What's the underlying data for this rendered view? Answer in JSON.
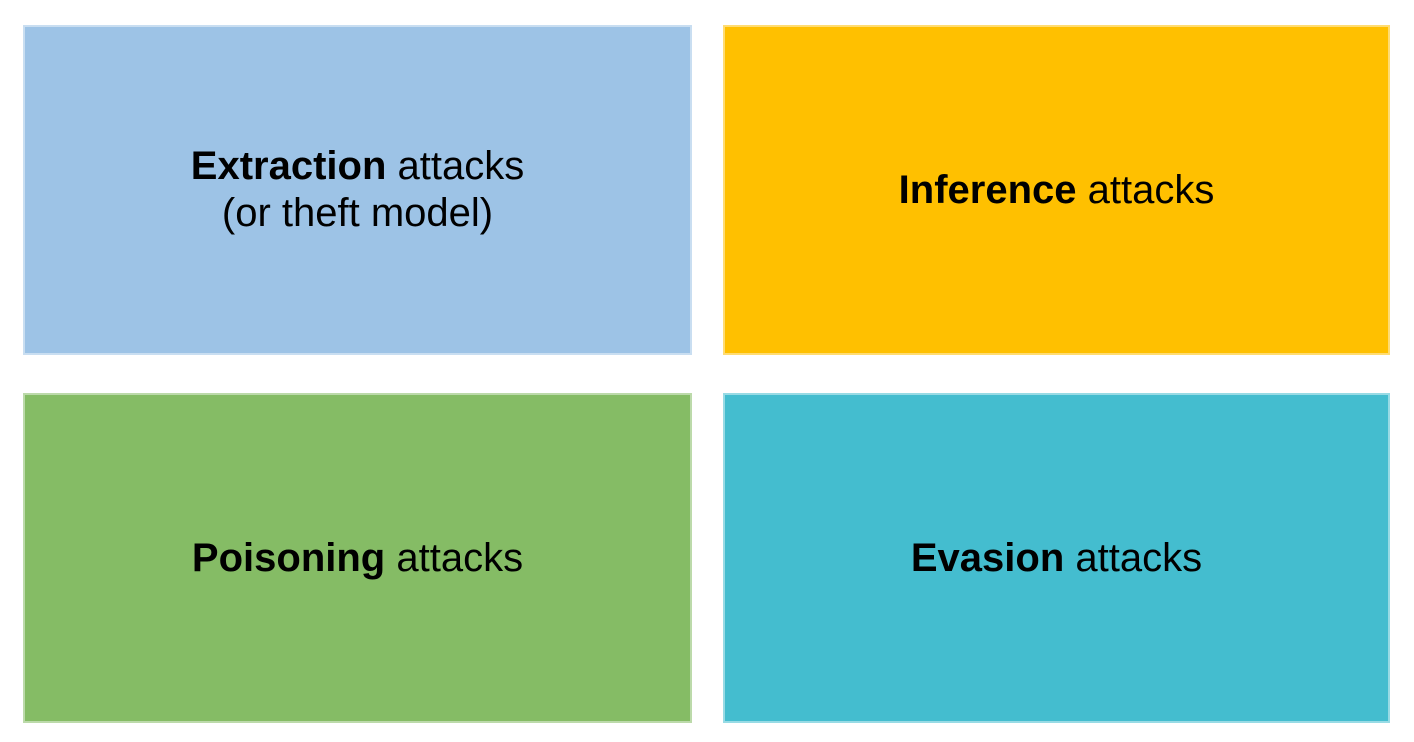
{
  "diagram": {
    "name": "attack-types-quadrants",
    "text_color": "#000000",
    "background": "#ffffff",
    "boxes": [
      {
        "id": "extraction",
        "bold": "Extraction",
        "rest": " attacks",
        "line2": "(or theft model)",
        "color": "#9DC3E6"
      },
      {
        "id": "inference",
        "bold": "Inference",
        "rest": " attacks",
        "line2": "",
        "color": "#FFC000"
      },
      {
        "id": "poisoning",
        "bold": "Poisoning",
        "rest": " attacks",
        "line2": "",
        "color": "#85BC65"
      },
      {
        "id": "evasion",
        "bold": "Evasion",
        "rest": " attacks",
        "line2": "",
        "color": "#44BDCF"
      }
    ]
  }
}
